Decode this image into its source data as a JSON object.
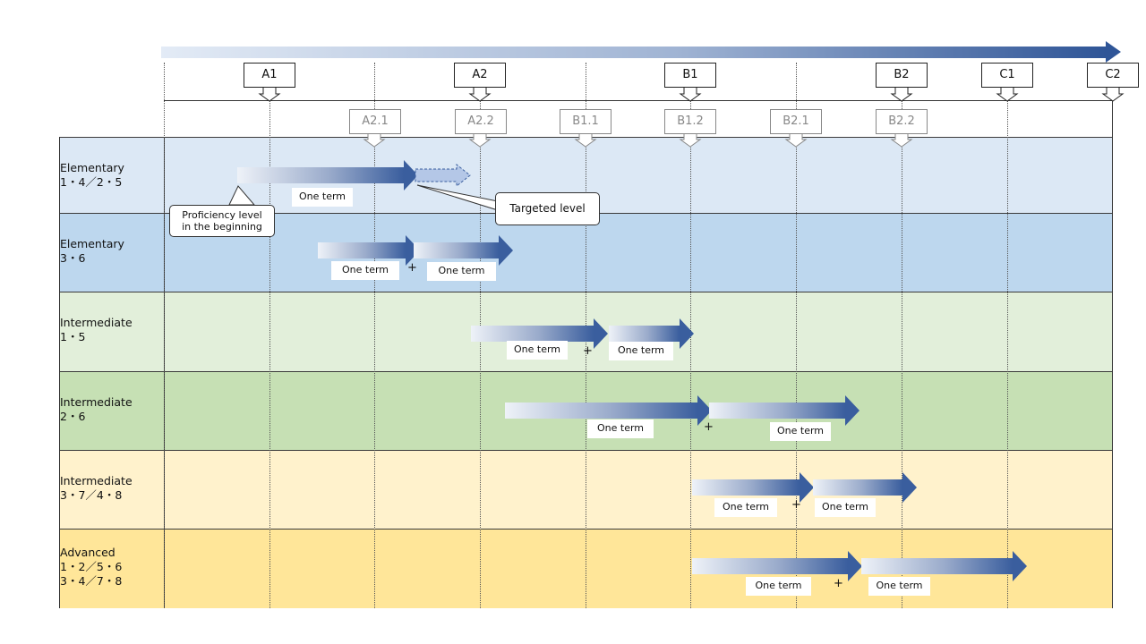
{
  "cefr_levels": [
    {
      "label": "A1"
    },
    {
      "label": "A2"
    },
    {
      "label": "B1"
    },
    {
      "label": "B2"
    },
    {
      "label": "C1"
    },
    {
      "label": "C2"
    }
  ],
  "sub_levels": [
    {
      "label": "A2.1"
    },
    {
      "label": "A2.2"
    },
    {
      "label": "B1.1"
    },
    {
      "label": "B1.2"
    },
    {
      "label": "B2.1"
    },
    {
      "label": "B2.2"
    }
  ],
  "rows": [
    {
      "label": "Elementary\n1・4／2・5",
      "color": "#dce8f5"
    },
    {
      "label": "Elementary\n3・6",
      "color": "#bdd7ee"
    },
    {
      "label": "Intermediate\n1・5",
      "color": "#e2efda"
    },
    {
      "label": "Intermediate\n2・6",
      "color": "#c6e0b4"
    },
    {
      "label": "Intermediate\n3・7／4・8",
      "color": "#fff2cc"
    },
    {
      "label": "Advanced\n1・2／5・6\n3・4／7・8",
      "color": "#ffe699"
    }
  ],
  "term_label": "One term",
  "plus_sign": "+",
  "notes": {
    "beginning": "Proficiency level\nin the beginning",
    "targeted": "Targeted level"
  },
  "colors": {
    "arrow_dark": "#3a5e9e",
    "arrow_light": "#eef2f8",
    "top_arrow_dark": "#2f5597"
  }
}
